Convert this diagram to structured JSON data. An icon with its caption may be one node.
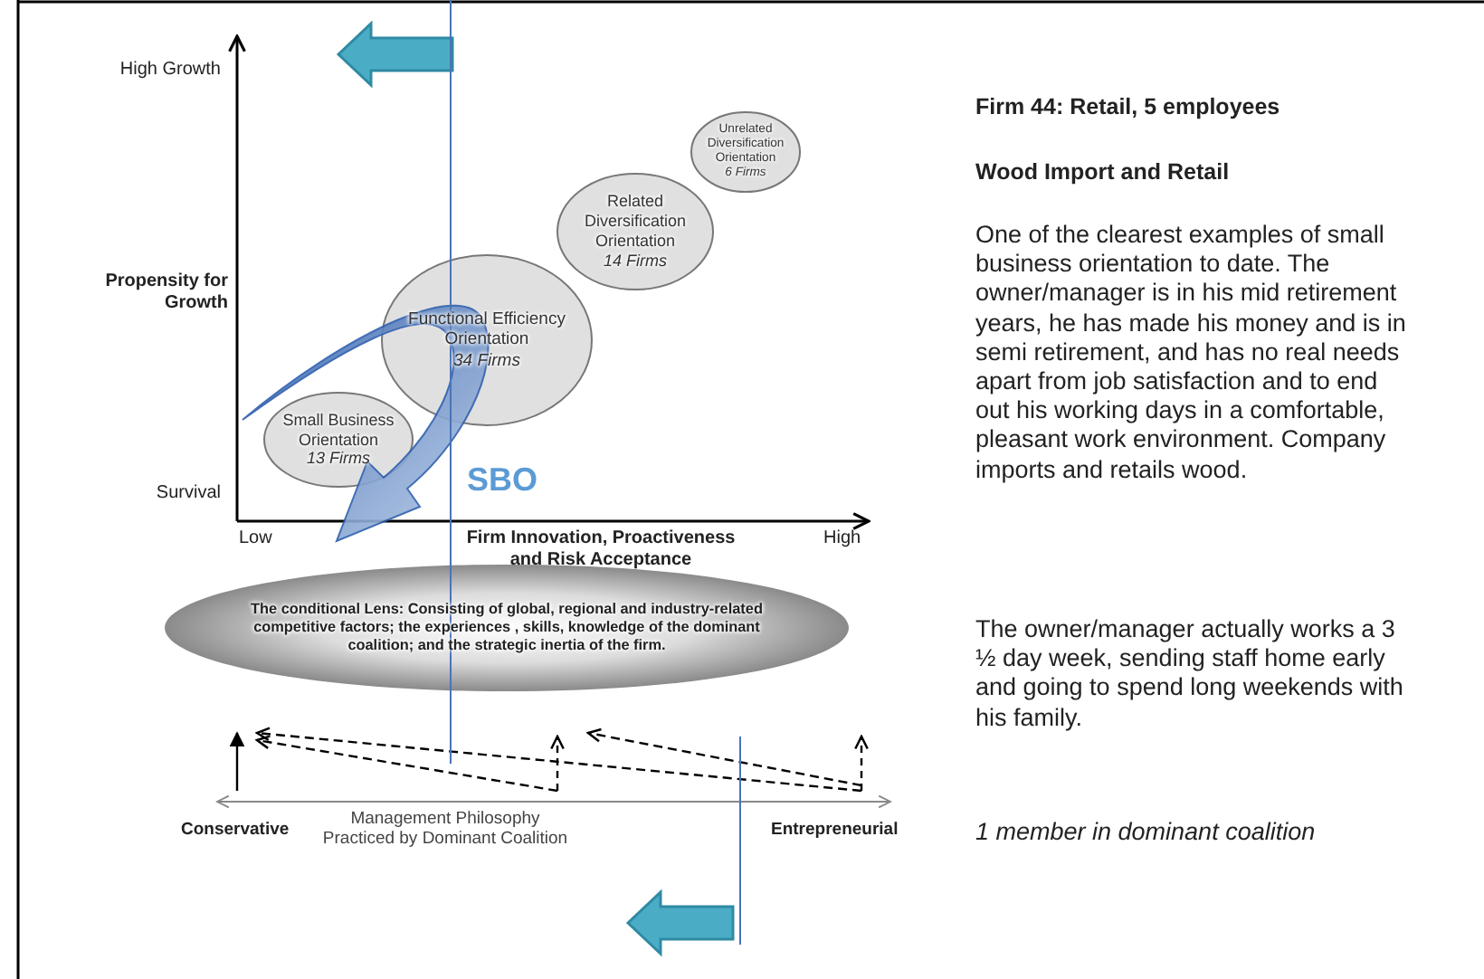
{
  "diagram": {
    "nodes": [
      {
        "text": [
          "Small Business Orientation",
          "13 Firms"
        ]
      },
      {
        "text": [
          "Functional Efficiency Orientation",
          "34 Firms"
        ]
      },
      {
        "text": [
          "Related Diversification Orientation",
          "14 Firms"
        ]
      },
      {
        "text": [
          "Unrelated Diversification Orientation",
          "6 Firms"
        ]
      },
      {
        "text": [
          "The conditional Lens: Consisting of global, regional and industry-related competitive factors; the experiences , skills, knowledge of the dominant coalition; and the strategic inertia of the firm."
        ]
      }
    ],
    "edges": [
      {
        "from": 1,
        "to": 0,
        "arrow": "to",
        "label": "SBO"
      }
    ],
    "labels": [
      "High Growth",
      "Propensity for Growth",
      "Survival",
      "Low",
      "Firm Innovation, Proactiveness and Risk Acceptance",
      "High",
      "Conservative",
      "Management Philosophy Practiced by Dominant Coalition",
      "Entrepreneurial",
      "Firm 44: Retail, 5 employees",
      "Wood Import and Retail",
      "One of the clearest examples of small business orientation to date. The owner/manager is in his mid retirement years, he has made his money and is in semi retirement, and has no real needs apart from job satisfaction and to end out his working days in a comfortable, pleasant work environment. Company imports and retails wood.",
      "The owner/manager actually works a 3 ½ day week, sending staff home early and going to spend long weekends with his family.",
      "1 member in dominant coalition"
    ]
  }
}
